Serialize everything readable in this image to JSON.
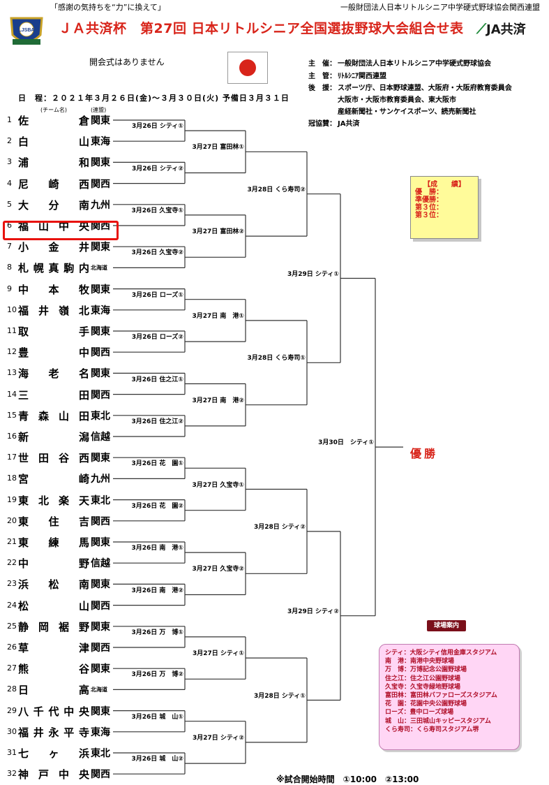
{
  "header": {
    "slogan": "「感謝の気持ちを“力”に換えて」",
    "organizer_line": "一般財団法人日本リトルシニア中学硬式野球協会関西連盟",
    "title": "ＪＡ共済杯　第27回 日本リトルシニア全国選抜野球大会組合せ表",
    "left_logo_text": "LJSBA",
    "right_logo_text": "JA共済",
    "no_ceremony": "開会式はありません",
    "schedule": "日　程：２０２１年３月２６日(金)～３月３０日(火)  予備日３月３１日",
    "team_col": "(チーム名)",
    "league_col": "(連盟)"
  },
  "info": [
    {
      "key": "主　催：",
      "value": "一般財団法人日本リトルシニア中学硬式野球協会"
    },
    {
      "key": "主　管：",
      "value": "ﾘﾄﾙｼﾆｱ関西連盟"
    },
    {
      "key": "後　援：",
      "value": "スポーツ庁、日本野球連盟、大阪府・大阪府教育委員会"
    },
    {
      "key": "",
      "value": "大阪市・大阪市教育委員会、東大阪市"
    },
    {
      "key": "",
      "value": "産経新聞社・サンケイスポーツ、読売新聞社"
    },
    {
      "key": "冠協賛：",
      "value": "JA共済"
    }
  ],
  "teams": [
    {
      "num": "1",
      "name": "佐倉",
      "league": "関東"
    },
    {
      "num": "2",
      "name": "白山",
      "league": "東海"
    },
    {
      "num": "3",
      "name": "浦和",
      "league": "関東"
    },
    {
      "num": "4",
      "name": "尼崎西",
      "league": "関西"
    },
    {
      "num": "5",
      "name": "大分南",
      "league": "九州"
    },
    {
      "num": "6",
      "name": "福山中央",
      "league": "関西"
    },
    {
      "num": "7",
      "name": "小金井",
      "league": "関東"
    },
    {
      "num": "8",
      "name": "札幌真駒内",
      "league": "北海道"
    },
    {
      "num": "9",
      "name": "中本牧",
      "league": "関東"
    },
    {
      "num": "10",
      "name": "福井嶺北",
      "league": "東海"
    },
    {
      "num": "11",
      "name": "取手",
      "league": "関東"
    },
    {
      "num": "12",
      "name": "豊中",
      "league": "関西"
    },
    {
      "num": "13",
      "name": "海老名",
      "league": "関東"
    },
    {
      "num": "14",
      "name": "三田",
      "league": "関西"
    },
    {
      "num": "15",
      "name": "青森山田",
      "league": "東北"
    },
    {
      "num": "16",
      "name": "新潟",
      "league": "信越"
    },
    {
      "num": "17",
      "name": "世田谷西",
      "league": "関東"
    },
    {
      "num": "18",
      "name": "宮崎",
      "league": "九州"
    },
    {
      "num": "19",
      "name": "東北楽天",
      "league": "東北"
    },
    {
      "num": "20",
      "name": "東住吉",
      "league": "関西"
    },
    {
      "num": "21",
      "name": "東練馬",
      "league": "関東"
    },
    {
      "num": "22",
      "name": "中野",
      "league": "信越"
    },
    {
      "num": "23",
      "name": "浜松南",
      "league": "関東"
    },
    {
      "num": "24",
      "name": "松山",
      "league": "関西"
    },
    {
      "num": "25",
      "name": "静岡裾野",
      "league": "関東"
    },
    {
      "num": "26",
      "name": "草津",
      "league": "関西"
    },
    {
      "num": "27",
      "name": "熊谷",
      "league": "関東"
    },
    {
      "num": "28",
      "name": "日高",
      "league": "北海道"
    },
    {
      "num": "29",
      "name": "八千代中央",
      "league": "関東"
    },
    {
      "num": "30",
      "name": "福井永平寺",
      "league": "東海"
    },
    {
      "num": "31",
      "name": "七ヶ浜",
      "league": "東北"
    },
    {
      "num": "32",
      "name": "神戸中央",
      "league": "関西"
    }
  ],
  "round1": [
    "3月26日 シティ①",
    "3月26日 シティ②",
    "3月26日 久宝寺①",
    "3月26日 久宝寺②",
    "3月26日 ローズ①",
    "3月26日 ローズ②",
    "3月26日 住之江①",
    "3月26日 住之江②",
    "3月26日 花　園①",
    "3月26日 花　園②",
    "3月26日 南　港①",
    "3月26日 南　港②",
    "3月26日 万　博①",
    "3月26日 万　博②",
    "3月26日 城　山①",
    "3月26日 城　山②"
  ],
  "round2": [
    "3月27日 富田林①",
    "3月27日 富田林②",
    "3月27日 南　港①",
    "3月27日 南　港②",
    "3月27日 久宝寺①",
    "3月27日 久宝寺②",
    "3月27日 シティ①",
    "3月27日 シティ②"
  ],
  "round3": [
    "3月28日 くら寿司②",
    "3月28日 くら寿司①",
    "3月28日 シティ②",
    "3月28日 シティ①"
  ],
  "round4": [
    "3月29日 シティ①",
    "3月29日 シティ②"
  ],
  "final": "3月30日　シティ①",
  "champion": "優勝",
  "results": {
    "heading": "【成　　績】",
    "rows": [
      "優　勝：",
      "準優勝：",
      "第３位：",
      "第３位："
    ]
  },
  "venues": {
    "heading": "球場案内",
    "rows": [
      "シティ：大阪シティ信用金庫スタジアム",
      "南　港：南港中央野球場",
      "万　博：万博記念公園野球場",
      "住之江：住之江公園野球場",
      "久宝寺：久宝寺緑地野球場",
      "富田林：富田林バファローズスタジアム",
      "花　園：花園中央公園野球場",
      "ローズ：豊中ローズ球場",
      "城　山：三田城山キッピースタジアム",
      "くら寿司：くら寿司スタジアム堺"
    ]
  },
  "start_times": "※試合開始時間　①10:00　②13:00",
  "colors": {
    "accent": "#d8241a",
    "highlight": "#e8120c",
    "results_bg": "#fffb9a",
    "venue_bg": "#ffd6f5"
  }
}
